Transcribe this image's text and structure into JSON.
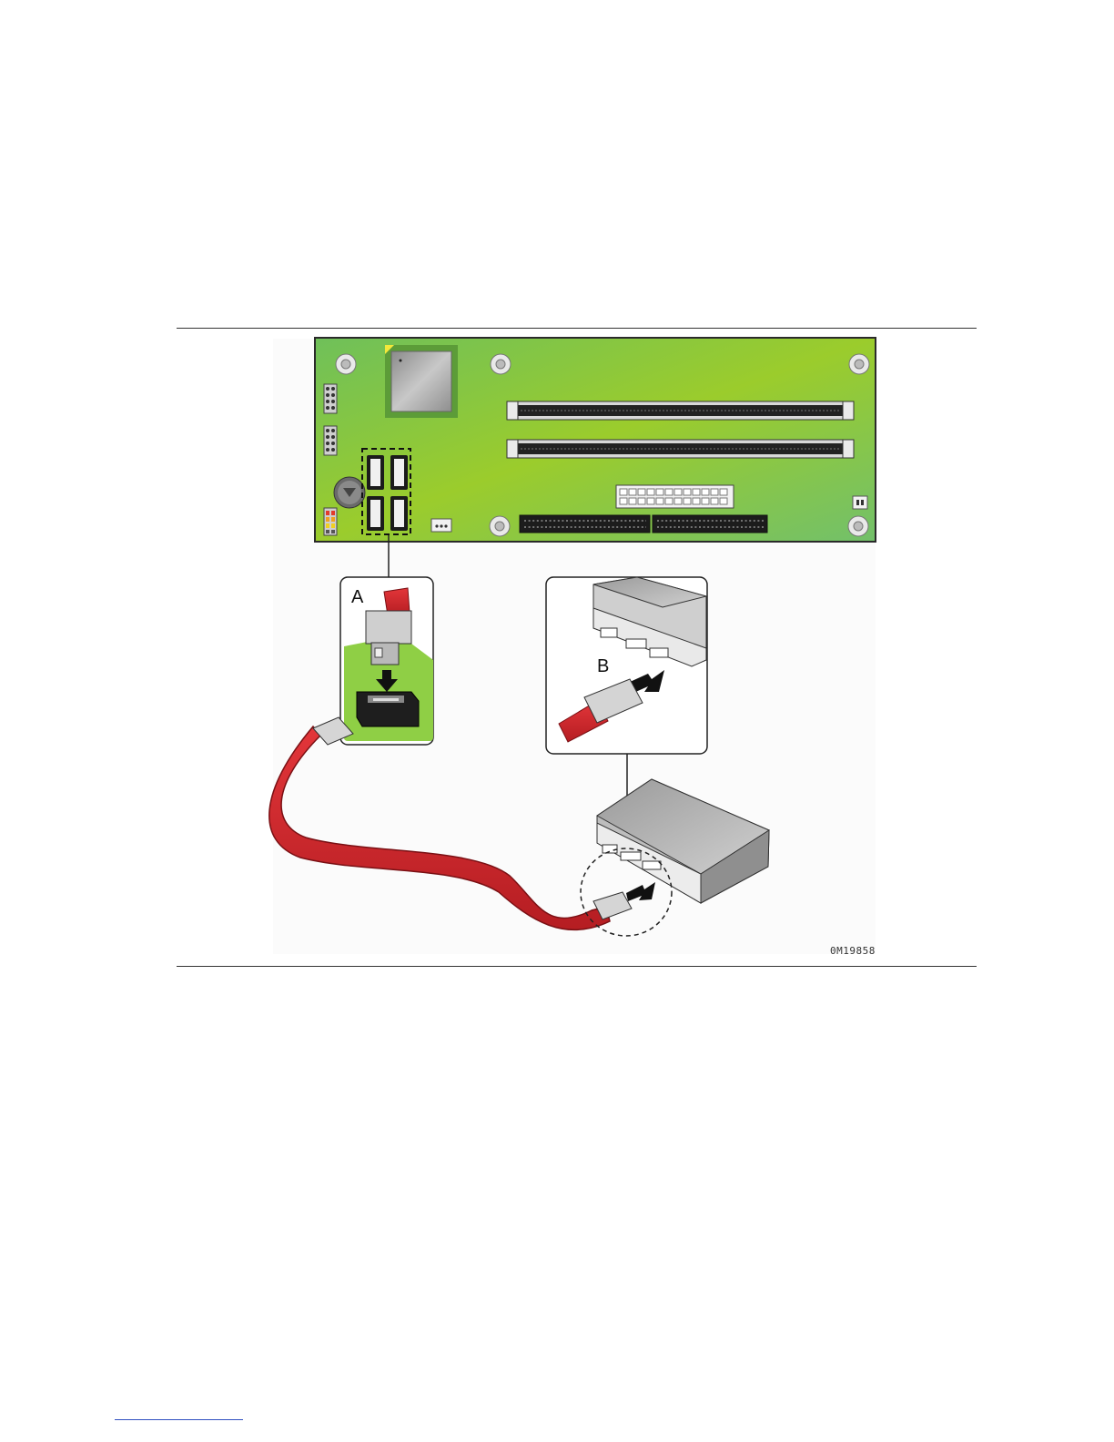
{
  "figure": {
    "callout_a": "A",
    "callout_b": "B",
    "figure_id": "0M19858"
  },
  "colors": {
    "board_green": "#8fcf45",
    "cable_red": "#d9252b",
    "rule_line": "#333333"
  },
  "icons": [
    "motherboard-icon",
    "sata-connector-icon",
    "hard-drive-icon",
    "sata-cable-icon",
    "arrow-icon"
  ]
}
